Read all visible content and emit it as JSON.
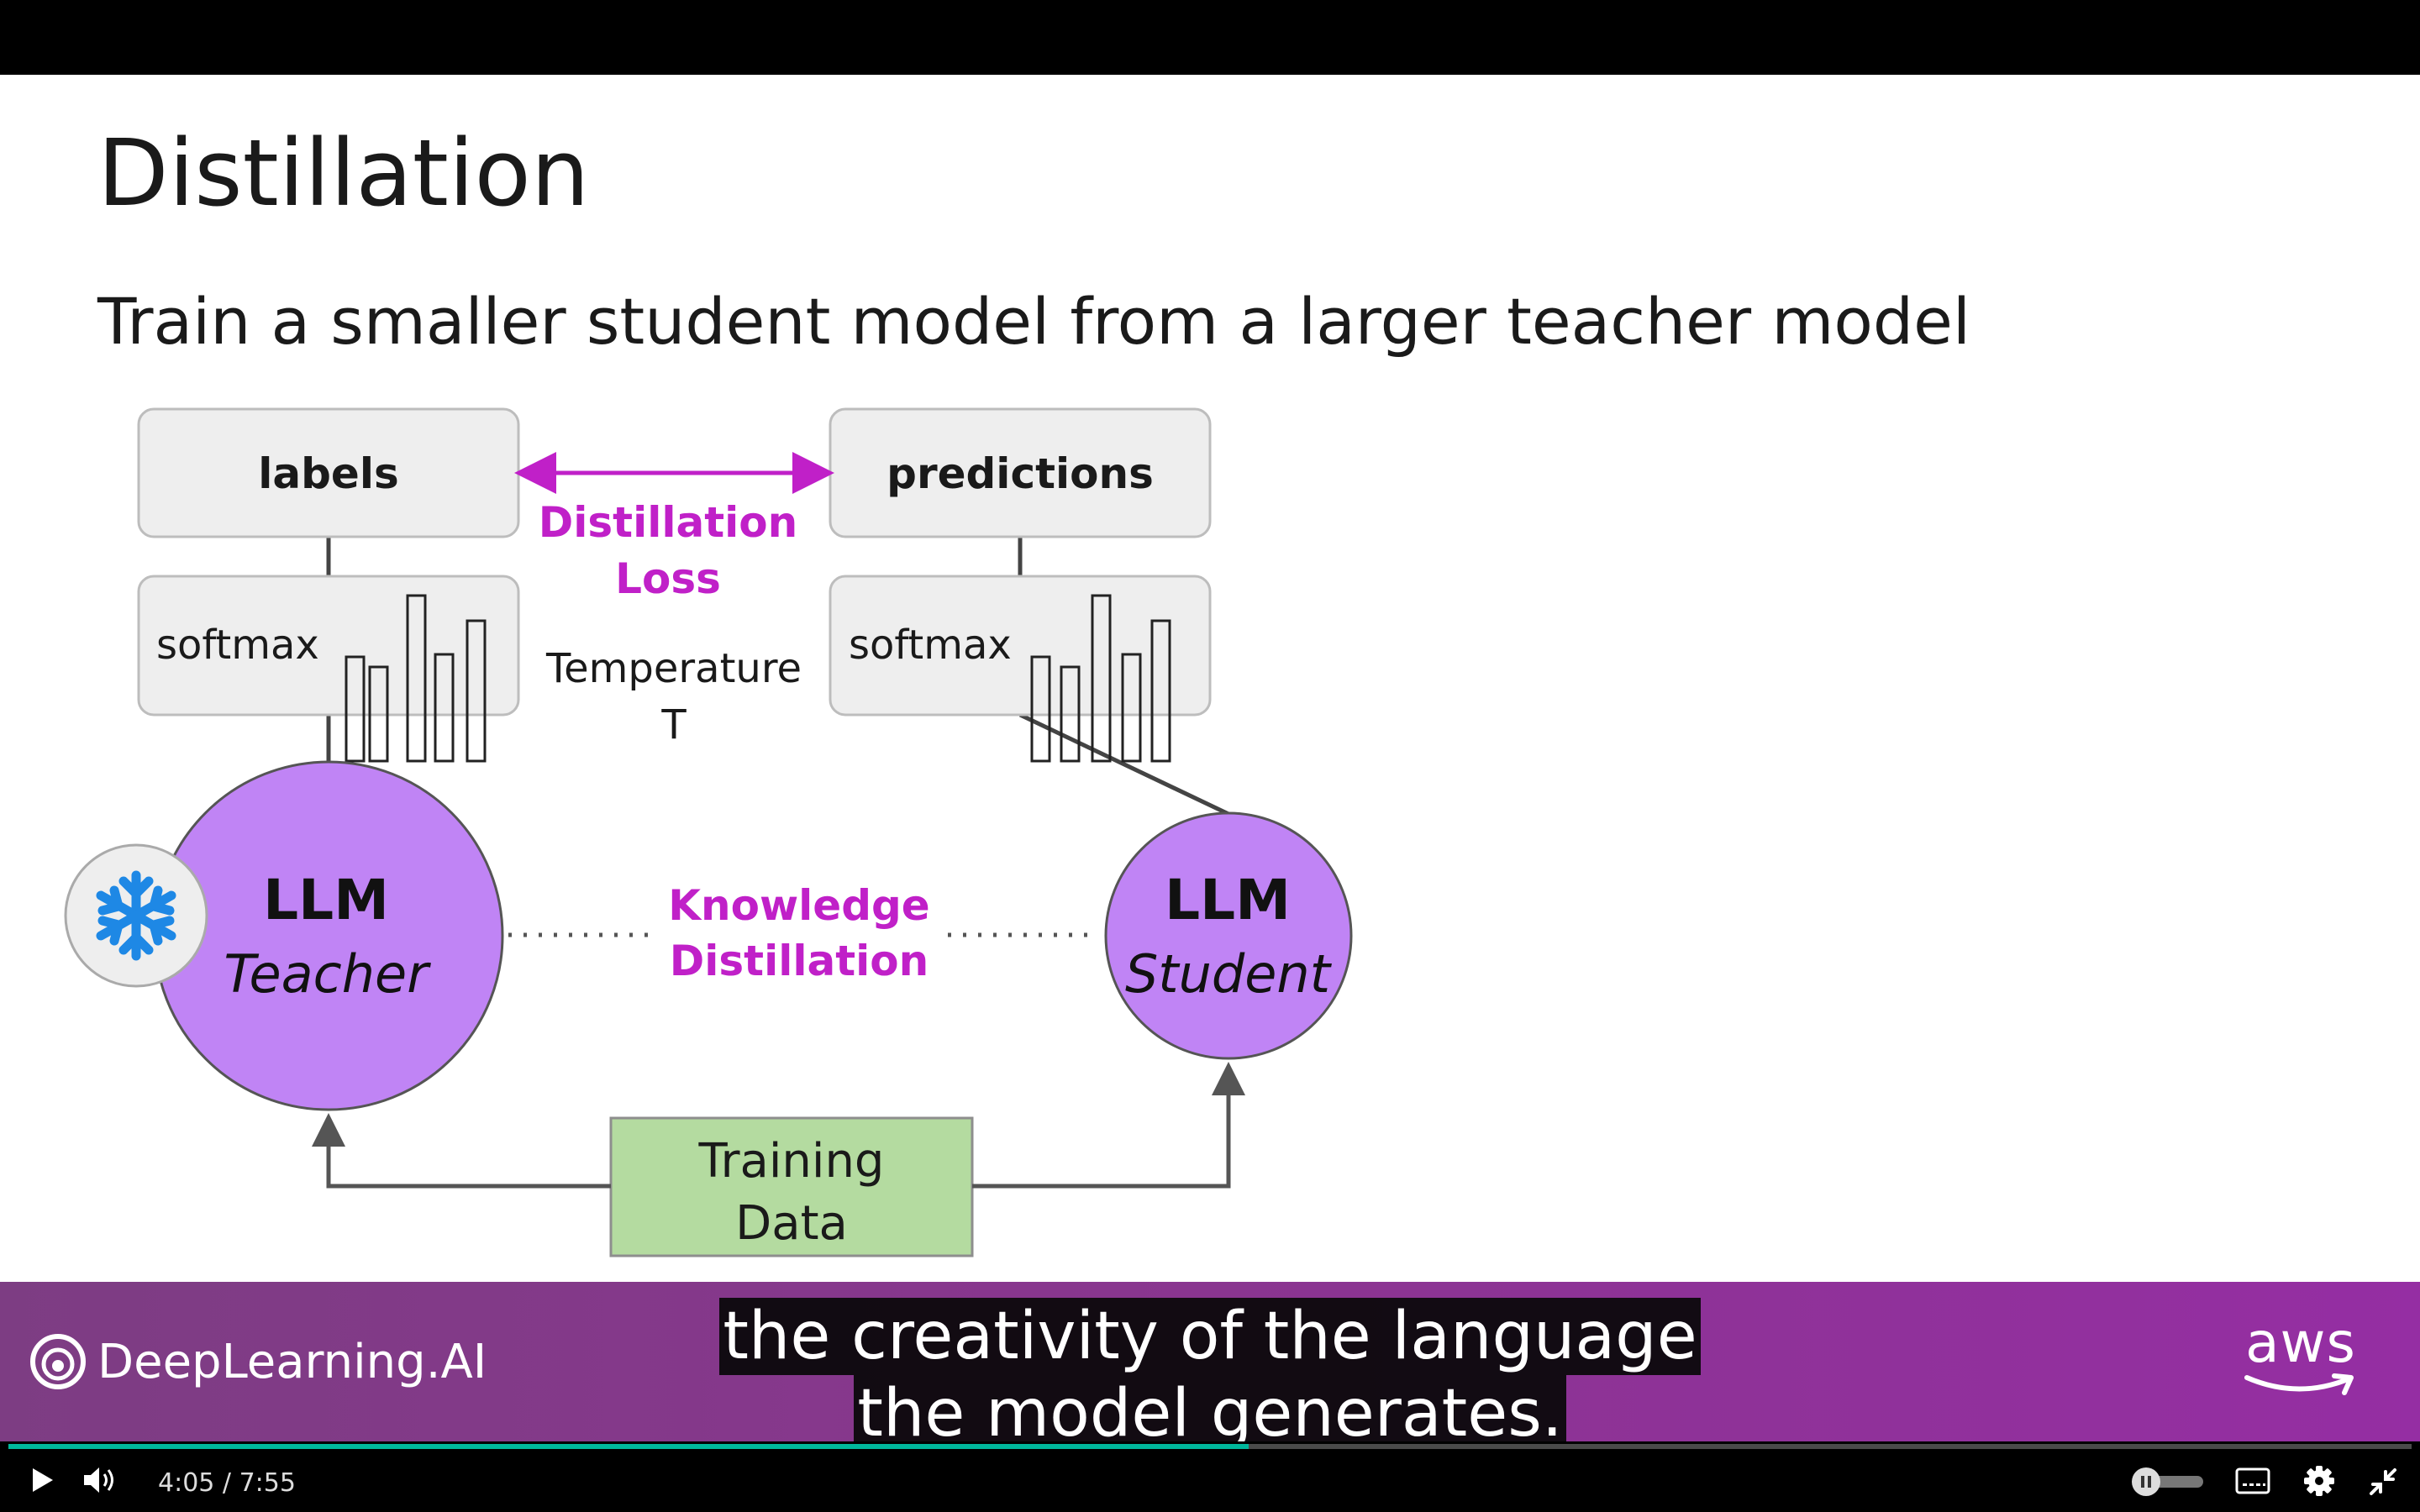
{
  "slide": {
    "title": "Distillation",
    "subtitle": "Train a smaller student model from a larger teacher model"
  },
  "diagram": {
    "labels_box": "labels",
    "predictions_box": "predictions",
    "softmax_left": "softmax",
    "softmax_right": "softmax",
    "distillation_loss_line1": "Distillation",
    "distillation_loss_line2": "Loss",
    "temperature_line1": "Temperature",
    "temperature_line2": "T",
    "teacher_line1": "LLM",
    "teacher_line2": "Teacher",
    "student_line1": "LLM",
    "student_line2": "Student",
    "knowledge_line1": "Knowledge",
    "knowledge_line2": "Distillation",
    "training_line1": "Training",
    "training_line2": "Data",
    "colors": {
      "accent_magenta": "#c020c8",
      "llm_purple": "#c084f5",
      "box_gray": "#eeeeee",
      "training_green": "#b4dba0",
      "snowflake_blue": "#1e88e5"
    }
  },
  "banner": {
    "brand_left": "DeepLearning.AI",
    "brand_right": "aws"
  },
  "captions": {
    "line1": "the creativity of the language",
    "line2": "the model generates."
  },
  "player": {
    "current_time": "4:05",
    "separator": "/",
    "duration": "7:55",
    "progress_fraction": 0.516,
    "icons": [
      "play-icon",
      "volume-icon",
      "pause-toggle-icon",
      "captions-icon",
      "settings-gear-icon",
      "exit-fullscreen-icon"
    ]
  }
}
